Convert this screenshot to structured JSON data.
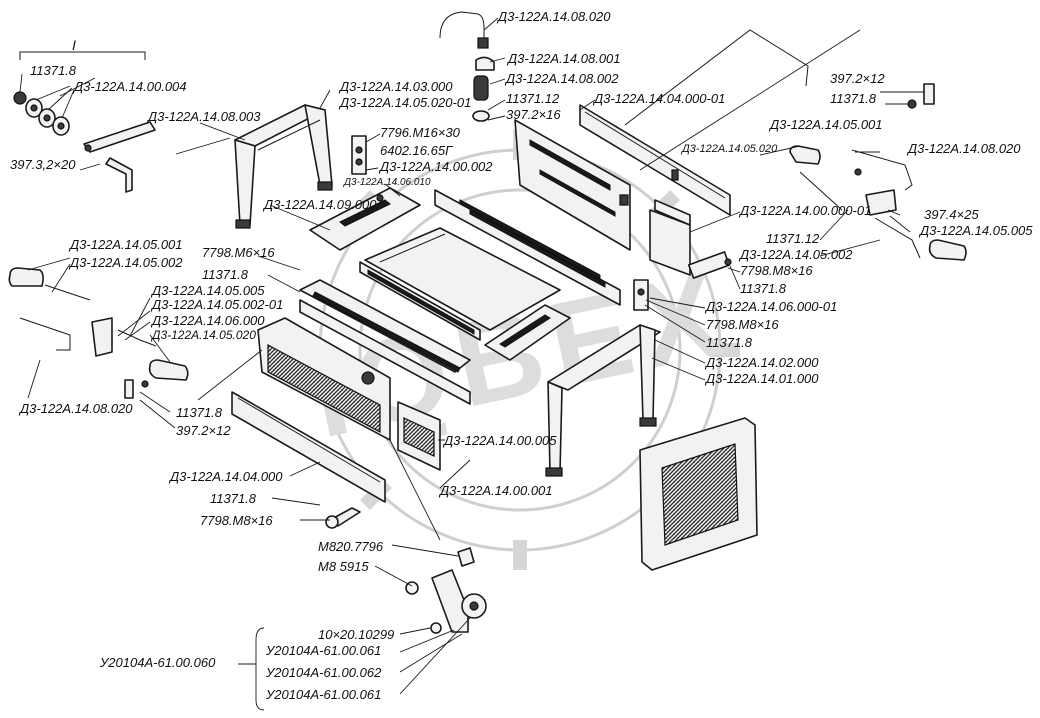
{
  "labels": {
    "roman_one": "I",
    "l_11371_8_a": "11371.8",
    "l_d3_14_00_004": "Д3-122А.14.00.004",
    "l_397_3_2x20": "397.3,2×20",
    "l_d3_14_08_003": "Д3-122А.14.08.003",
    "l_d3_14_03_000": "Д3-122А.14.03.000",
    "l_d3_14_05_020_01": "Д3-122А.14.05.020-01",
    "l_d3_14_08_020_top": "Д3-122А.14.08.020",
    "l_d3_14_08_001": "Д3-122А.14.08.001",
    "l_d3_14_08_002": "Д3-122А.14.08.002",
    "l_11371_12_a": "11371.12",
    "l_397_2x16": "397.2×16",
    "l_d3_14_04_000_01": "Д3-122А.14.04.000-01",
    "l_7796_m16x30": "7796.М16×30",
    "l_6402_16_65g": "6402.16.65Г",
    "l_d3_14_00_002": "Д3-122А.14.00.002",
    "l_d3_14_06_010": "Д3-122А.14.06.010",
    "l_d3_14_09_000": "Д3-122А.14.09.000",
    "l_397_2x12_right": "397.2×12",
    "l_11371_8_right": "11371.8",
    "l_d3_14_05_001_right": "Д3-122А.14.05.001",
    "l_d3_14_05_020": "Д3-122А.14.05.020",
    "l_d3_14_08_020_right": "Д3-122А.14.08.020",
    "l_397_4x25": "397.4×25",
    "l_d3_14_00_000_01": "Д3-122А.14.00.000-01",
    "l_11371_12_b": "11371.12",
    "l_d3_14_05_005_right": "Д3-122А.14.05.005",
    "l_d3_14_05_002_right": "Д3-122А.14.05.002",
    "l_7798_m8x16_r1": "7798.М8×16",
    "l_11371_8_r1": "11371.8",
    "l_d3_14_06_000_01": "Д3-122А.14.06.000-01",
    "l_7798_m8x16_r2": "7798.М8×16",
    "l_11371_8_r2": "11371.8",
    "l_d3_14_02_000": "Д3-122А.14.02.000",
    "l_d3_14_01_000": "Д3-122А.14.01.000",
    "l_d3_14_05_001_left": "Д3-122А.14.05.001",
    "l_d3_14_05_002_left": "Д3-122А.14.05.002",
    "l_7798_m6x16": "7798.М6×16",
    "l_11371_8_mid": "11371.8",
    "l_d3_14_05_005_left": "Д3-122А.14.05.005",
    "l_d3_14_05_002_01": "Д3-122А.14.05.002-01",
    "l_d3_14_06_000": "Д3-122А.14.06.000",
    "l_d3_14_05_020_left": "Д3-122А.14.05.020",
    "l_d3_14_08_020_left": "Д3-122А.14.08.020",
    "l_11371_8_low": "11371.8",
    "l_397_2x12_low": "397.2×12",
    "l_d3_14_00_005": "Д3-122А.14.00.005",
    "l_d3_14_00_001": "Д3-122А.14.00.001",
    "l_d3_14_04_000": "Д3-122А.14.04.000",
    "l_11371_8_bot": "11371.8",
    "l_7798_m8x16_bot": "7798.М8×16",
    "l_m820_7796": "М820.7796",
    "l_m8_5915": "М8 5915",
    "l_10x20_10299": "10×20.10299",
    "l_u_61_00_060": "У20104А-61.00.060",
    "l_u_61_00_061_a": "У20104А-61.00.061",
    "l_u_61_00_062": "У20104А-61.00.062",
    "l_u_61_00_061_b": "У20104А-61.00.061"
  },
  "watermark": {
    "text": "IQBEX",
    "color": "#d8d8d8"
  },
  "icons": [
    "gear-watermark-icon"
  ]
}
